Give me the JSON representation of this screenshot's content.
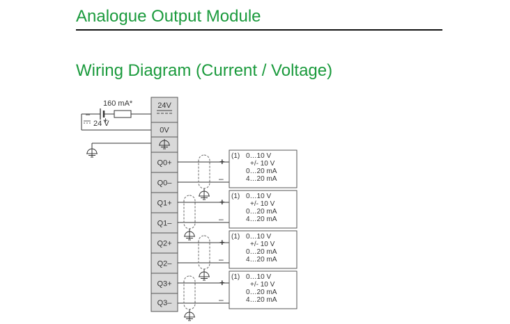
{
  "page": {
    "section_title": "Analogue Output Module",
    "subsection_title": "Wiring Diagram (Current / Voltage)"
  },
  "diagram": {
    "supply": {
      "fuse_label": "160 mA*",
      "voltage_label": "24 V",
      "dc_symbol": "⎓",
      "plus": "+",
      "minus": "–"
    },
    "terminals": [
      {
        "label": "24V"
      },
      {
        "label": "0V"
      },
      {
        "label": "⏚"
      },
      {
        "label": "Q0+"
      },
      {
        "label": "Q0–"
      },
      {
        "label": "Q1+"
      },
      {
        "label": "Q1–"
      },
      {
        "label": "Q2+"
      },
      {
        "label": "Q2–"
      },
      {
        "label": "Q3+"
      },
      {
        "label": "Q3–"
      }
    ],
    "outputs": [
      {
        "note": "(1)",
        "plus": "+",
        "minus": "–",
        "ranges": [
          "0…10 V",
          "+/- 10 V",
          "0…20 mA",
          "4…20 mA"
        ]
      },
      {
        "note": "(1)",
        "plus": "+",
        "minus": "–",
        "ranges": [
          "0…10 V",
          "+/- 10 V",
          "0…20 mA",
          "4…20 mA"
        ]
      },
      {
        "note": "(1)",
        "plus": "+",
        "minus": "–",
        "ranges": [
          "0…10 V",
          "+/- 10 V",
          "0…20 mA",
          "4…20 mA"
        ]
      },
      {
        "note": "(1)",
        "plus": "+",
        "minus": "–",
        "ranges": [
          "0…10 V",
          "+/- 10 V",
          "0…20 mA",
          "4…20 mA"
        ]
      }
    ]
  }
}
